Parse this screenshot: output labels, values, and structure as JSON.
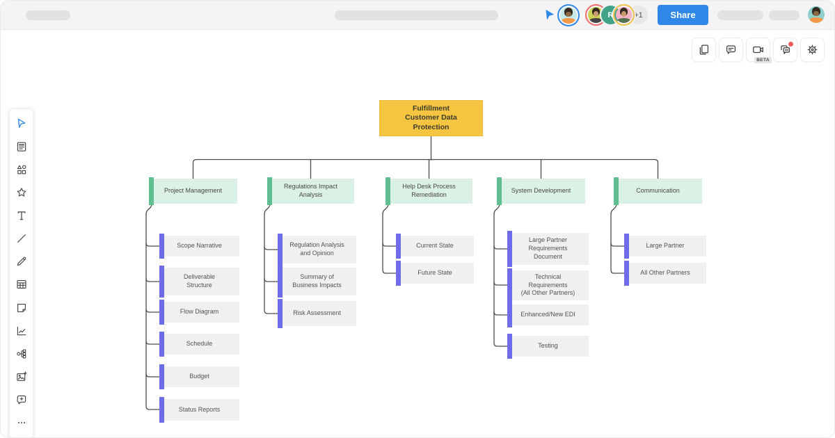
{
  "header": {
    "share": "Share",
    "more_count": "+1",
    "collaborator_initial": "R"
  },
  "actions": {
    "beta": "BETA"
  },
  "toolbar": {
    "tools": [
      "select",
      "notes",
      "shapes",
      "favorites",
      "text",
      "line",
      "pencil",
      "table",
      "sticky-note",
      "chart",
      "org-chart",
      "insert-image",
      "add-comment",
      "more"
    ]
  },
  "colors": {
    "accent_blue": "#2F88E8",
    "topbar_bg": "#F4F4F6",
    "root_fill": "#F5C542",
    "branch_fill": "#DCF1E5",
    "branch_bar": "#5FBF91",
    "leaf_fill": "#F0F0F1",
    "leaf_bar": "#6F6CEA",
    "connector": "#4A4A4A",
    "notification_red": "#F15B5B"
  },
  "diagram": {
    "root": {
      "label": "Fulfillment\nCustomer Data\nProtection"
    },
    "columns": [
      {
        "label": "Project Management",
        "children": [
          {
            "label": "Scope Narrative"
          },
          {
            "label": "Deliverable\nStructure"
          },
          {
            "label": "Flow Diagram"
          },
          {
            "label": "Schedule"
          },
          {
            "label": "Budget"
          },
          {
            "label": "Status Reports"
          }
        ]
      },
      {
        "label": "Regulations Impact\nAnalysis",
        "children": [
          {
            "label": "Regulation Analysis\nand Opinion"
          },
          {
            "label": "Summary of\nBusiness Impacts"
          },
          {
            "label": "Risk Assessment"
          }
        ]
      },
      {
        "label": "Help Desk Process\nRemediation",
        "children": [
          {
            "label": "Current State"
          },
          {
            "label": "Future State"
          }
        ]
      },
      {
        "label": "System Development",
        "children": [
          {
            "label": "Large Partner\nRequirements\nDocument"
          },
          {
            "label": "Technical\nRequirements\n(All Other Partners)"
          },
          {
            "label": "Enhanced/New EDI"
          },
          {
            "label": "Testing"
          }
        ]
      },
      {
        "label": "Communication",
        "children": [
          {
            "label": "Large Partner"
          },
          {
            "label": "All Other Partners"
          }
        ]
      }
    ]
  }
}
